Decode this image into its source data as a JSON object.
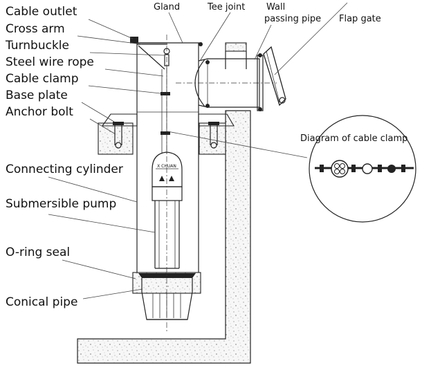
{
  "labels_left": [
    "Cable outlet",
    "Cross arm",
    "Turnbuckle",
    "Steel wire rope",
    "Cable clamp",
    "Base plate",
    "Anchor bolt",
    "Connecting cylinder",
    "Submersible pump",
    "O-ring seal",
    "Conical pipe"
  ],
  "labels_top": {
    "gland": "Gland",
    "tee_joint": "Tee joint",
    "wall_line1": "Wall",
    "wall_line2": "passing pipe",
    "flap_gate": "Flap gate"
  },
  "clamp_diagram_label": "Diagram of cable clamp",
  "pump_nameplate": "X CHUAN"
}
